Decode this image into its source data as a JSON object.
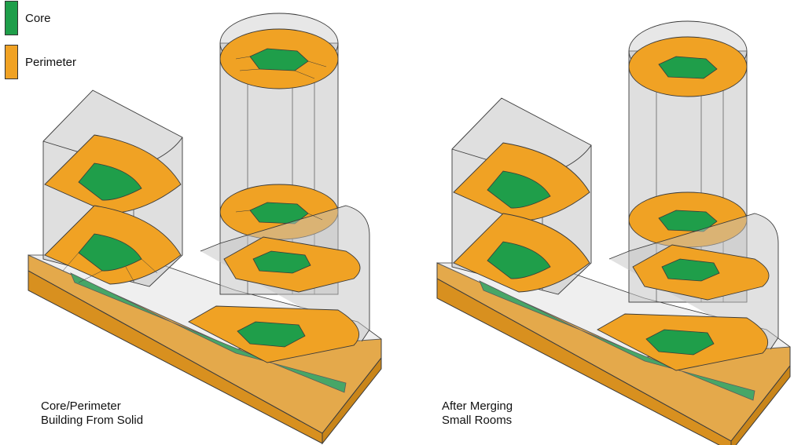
{
  "legend": {
    "items": [
      {
        "label": "Core",
        "color": "#1f9e4a"
      },
      {
        "label": "Perimeter",
        "color": "#f0a224"
      }
    ]
  },
  "colors": {
    "shell": "#bfbfbf",
    "edge": "#3a3a3a",
    "perimeter_dark": "#d8901f"
  },
  "panels": [
    {
      "caption_line1": "Core/Perimeter",
      "caption_line2": "Building From Solid"
    },
    {
      "caption_line1": "After Merging",
      "caption_line2": "Small Rooms"
    }
  ]
}
